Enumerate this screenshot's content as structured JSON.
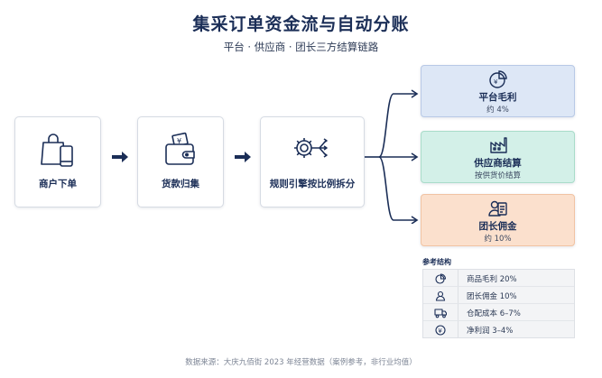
{
  "header": {
    "title": "集采订单资金流与自动分账",
    "subtitle": "平台 · 供应商 · 团长三方结算链路"
  },
  "flow": {
    "steps": [
      {
        "label": "商户下单",
        "icon": "shopping-bag-phone-icon"
      },
      {
        "label": "货款归集",
        "icon": "wallet-icon"
      },
      {
        "label": "规则引擎按比例拆分",
        "icon": "gear-split-icon"
      }
    ]
  },
  "destinations": [
    {
      "title": "平台毛利",
      "sub": "约 4%",
      "icon": "pie-chart-icon",
      "color": "#dde7f6"
    },
    {
      "title": "供应商结算",
      "sub": "按供货价结算",
      "icon": "factory-icon",
      "color": "#d3f0e8"
    },
    {
      "title": "团长佣金",
      "sub": "约 10%",
      "icon": "person-doc-icon",
      "color": "#fbe0cd"
    }
  ],
  "reference": {
    "title": "参考结构",
    "rows": [
      {
        "icon": "pie-chart-icon",
        "text": "商品毛利 20%"
      },
      {
        "icon": "person-icon",
        "text": "团长佣金 10%"
      },
      {
        "icon": "truck-icon",
        "text": "仓配成本 6–7%"
      },
      {
        "icon": "yen-coin-icon",
        "text": "净利润 3–4%"
      }
    ]
  },
  "footer": "数据来源：大庆九佰街 2023 年经营数据（案例参考，非行业均值）",
  "colors": {
    "navy": "#1b2e57",
    "platform": "#dde7f6",
    "supplier": "#d3f0e8",
    "leader": "#fbe0cd"
  }
}
